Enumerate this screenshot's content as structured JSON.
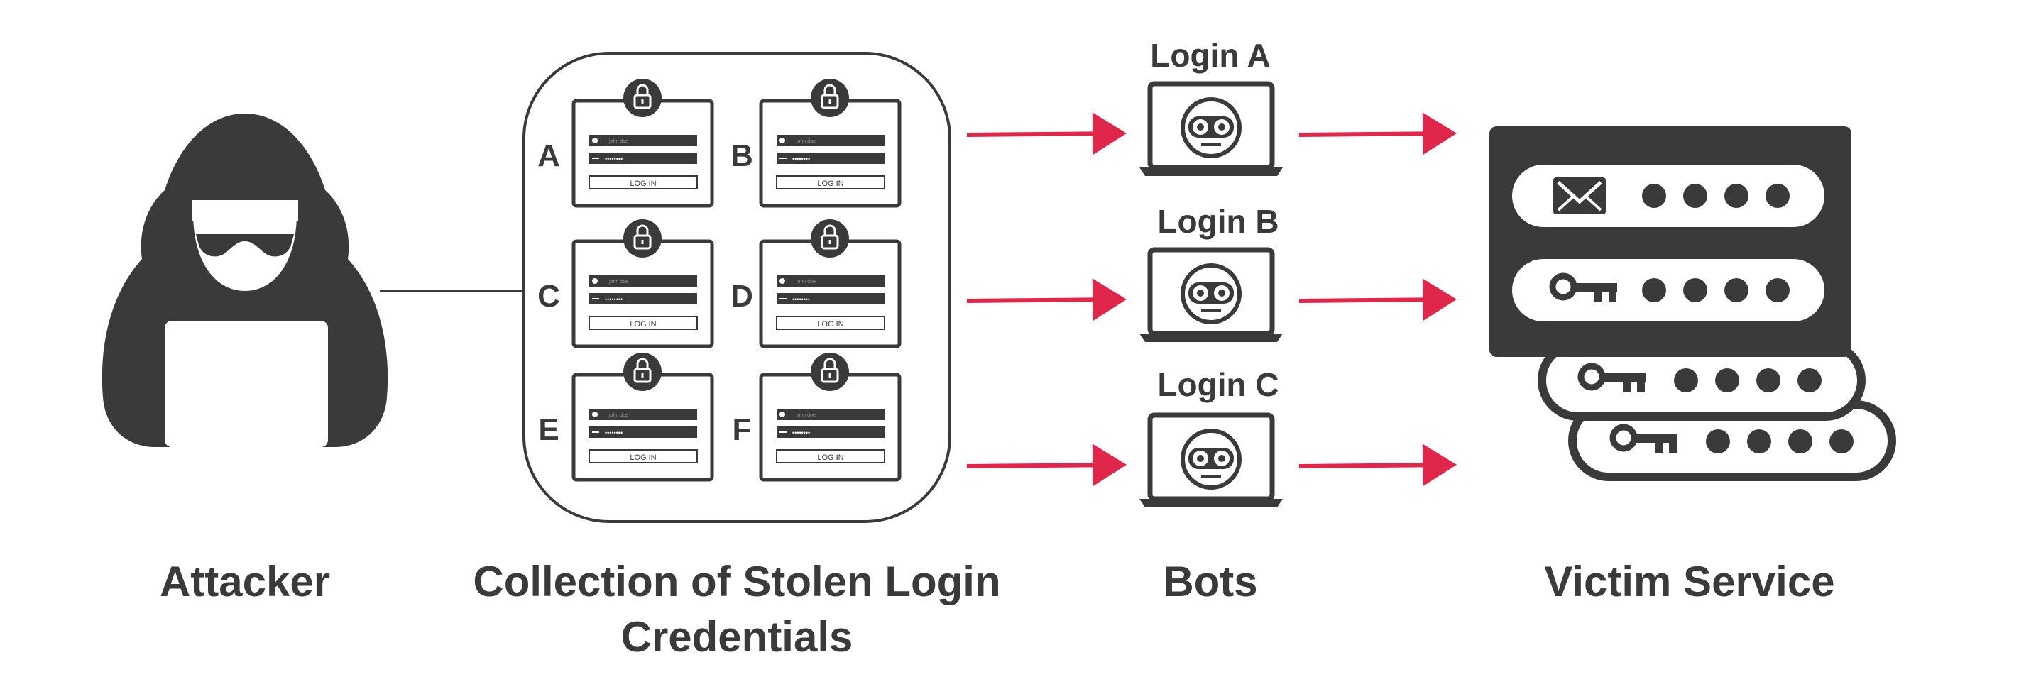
{
  "captions": {
    "attacker": "Attacker",
    "collection_line1": "Collection of Stolen Login",
    "collection_line2": "Credentials",
    "bots": "Bots",
    "victim": "Victim Service"
  },
  "bots": [
    {
      "label": "Login A"
    },
    {
      "label": "Login B"
    },
    {
      "label": "Login C"
    }
  ],
  "cards": [
    {
      "letter": "A",
      "username": "john doe",
      "password": "••••••••",
      "button": "LOG IN"
    },
    {
      "letter": "B",
      "username": "john doe",
      "password": "••••••••",
      "button": "LOG IN"
    },
    {
      "letter": "C",
      "username": "john doe",
      "password": "••••••••",
      "button": "LOG IN"
    },
    {
      "letter": "D",
      "username": "john doe",
      "password": "••••••••",
      "button": "LOG IN"
    },
    {
      "letter": "E",
      "username": "john doe",
      "password": "••••••••",
      "button": "LOG IN"
    },
    {
      "letter": "F",
      "username": "john doe",
      "password": "••••••••",
      "button": "LOG IN"
    }
  ],
  "colors": {
    "dark": "#3a3a3a",
    "arrow": "#e0264a",
    "background": "#ffffff"
  },
  "icons": {
    "attacker": "hooded-hacker-icon",
    "lock": "padlock-icon",
    "bot": "robot-laptop-icon",
    "email": "envelope-icon",
    "key": "key-icon"
  }
}
